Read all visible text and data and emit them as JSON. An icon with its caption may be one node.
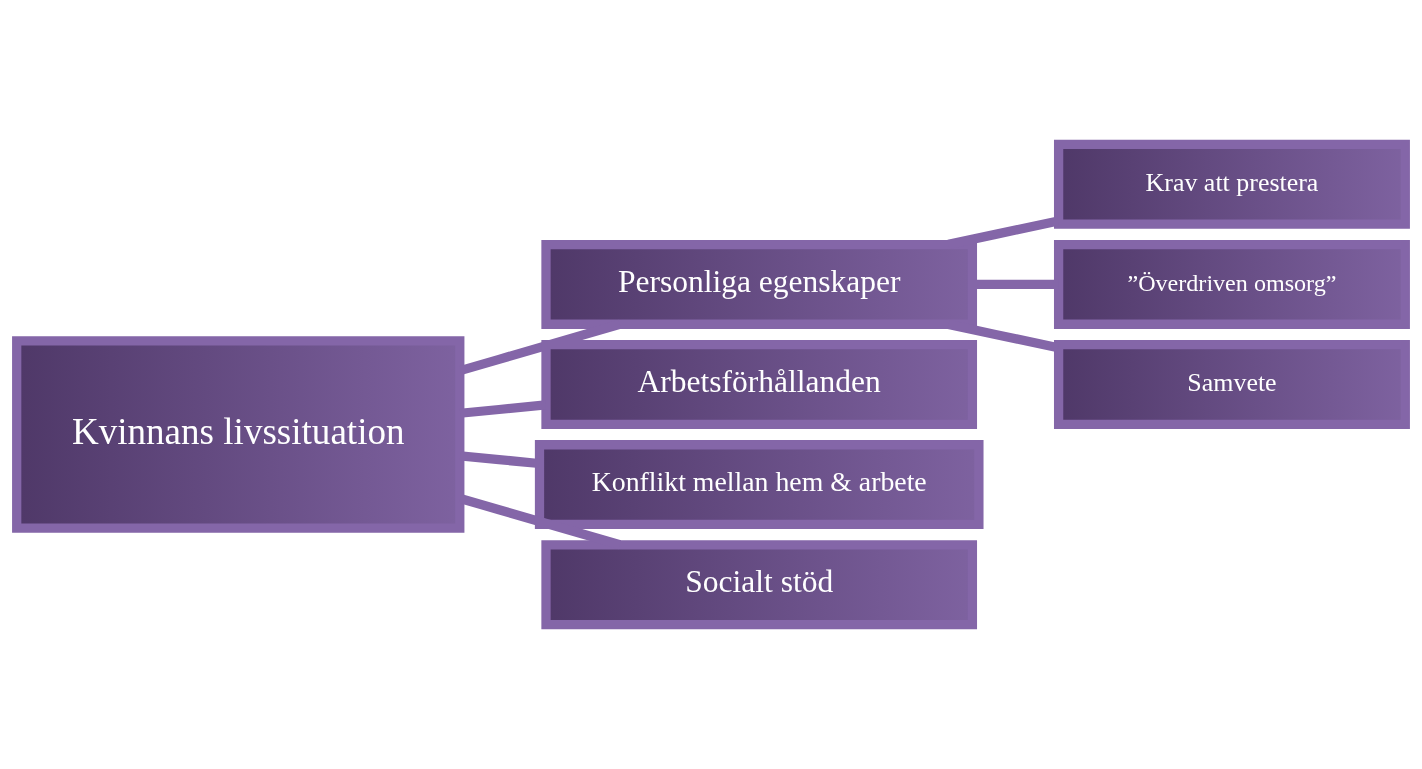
{
  "diagram": {
    "nodes": [
      {
        "text": [
          "Kvinnans livssituation"
        ]
      },
      {
        "text": [
          "Personliga egenskaper"
        ]
      },
      {
        "text": [
          "Arbetsförhållanden"
        ]
      },
      {
        "text": [
          "Konflikt mellan hem & arbete"
        ]
      },
      {
        "text": [
          "Socialt stöd"
        ]
      },
      {
        "text": [
          "Krav att prestera"
        ]
      },
      {
        "text": [
          "”Överdriven omsorg”"
        ]
      },
      {
        "text": [
          "Samvete"
        ]
      }
    ],
    "edges": [
      {
        "from": 0,
        "to": 1,
        "arrow": "none"
      },
      {
        "from": 0,
        "to": 2,
        "arrow": "none"
      },
      {
        "from": 0,
        "to": 3,
        "arrow": "none"
      },
      {
        "from": 0,
        "to": 4,
        "arrow": "none"
      },
      {
        "from": 1,
        "to": 5,
        "arrow": "none"
      },
      {
        "from": 1,
        "to": 6,
        "arrow": "none"
      },
      {
        "from": 1,
        "to": 7,
        "arrow": "none"
      }
    ]
  }
}
